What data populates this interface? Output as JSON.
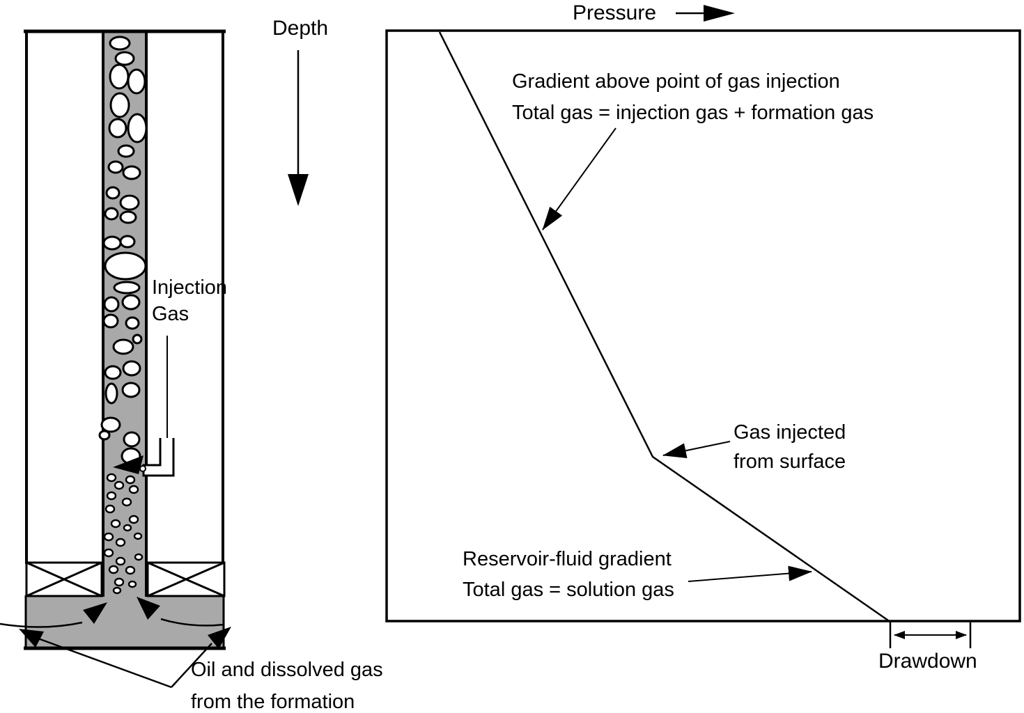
{
  "axes": {
    "depth_label": "Depth",
    "pressure_label": "Pressure"
  },
  "well": {
    "injection_gas_label_line1": "Injection",
    "injection_gas_label_line2": "Gas",
    "oil_label_line1": "Oil and dissolved gas",
    "oil_label_line2": "from the formation"
  },
  "graph": {
    "gradient_above_label_line1": "Gradient above point of gas injection",
    "gradient_above_label_line2": "Total gas = injection gas + formation gas",
    "gas_injected_label_line1": "Gas injected",
    "gas_injected_label_line2": "from surface",
    "reservoir_label_line1": "Reservoir-fluid gradient",
    "reservoir_label_line2": "Total gas = solution gas",
    "drawdown_label": "Drawdown"
  },
  "colors": {
    "ink": "#000000",
    "fluid_gray": "#a9a9a9",
    "background": "#ffffff"
  }
}
